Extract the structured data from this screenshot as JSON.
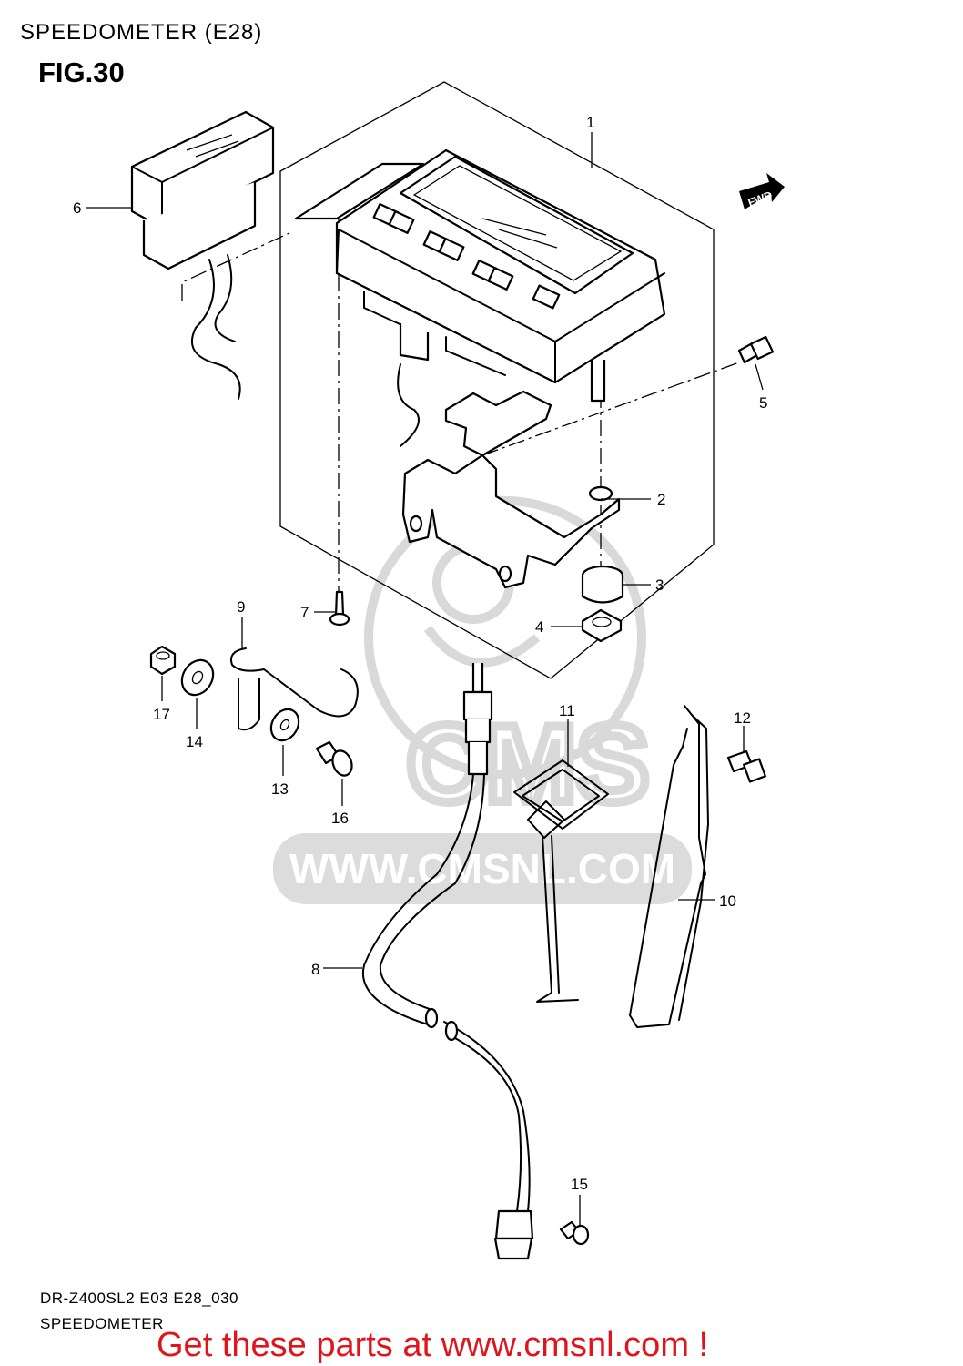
{
  "header": {
    "title": "SPEEDOMETER (E28)",
    "figure": "FIG.30"
  },
  "direction_badge": "FWD",
  "watermark": {
    "brand": "CMS",
    "url": "WWW.CMSNL.COM"
  },
  "callouts": [
    "1",
    "2",
    "3",
    "4",
    "5",
    "6",
    "7",
    "8",
    "9",
    "10",
    "11",
    "12",
    "13",
    "14",
    "15",
    "16",
    "17"
  ],
  "footer": {
    "model_code": "DR-Z400SL2 E03 E28_030",
    "section": "SPEEDOMETER",
    "promo": "Get these parts at www.cmsnl.com !"
  },
  "colors": {
    "promo": "#e0141b",
    "line": "#000000",
    "watermark": "#d9d9d9"
  }
}
